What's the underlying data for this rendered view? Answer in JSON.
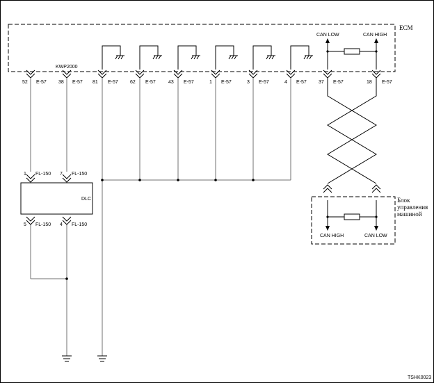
{
  "ecm": {
    "label": "ECM",
    "kwp_label": "KWP2000",
    "can_low_label": "CAN LOW",
    "can_high_label": "CAN HIGH"
  },
  "ecm_pins": [
    {
      "num": "52",
      "conn": "E-57"
    },
    {
      "num": "38",
      "conn": "E-57"
    },
    {
      "num": "81",
      "conn": "E-57"
    },
    {
      "num": "62",
      "conn": "E-57"
    },
    {
      "num": "43",
      "conn": "E-57"
    },
    {
      "num": "1",
      "conn": "E-57"
    },
    {
      "num": "3",
      "conn": "E-57"
    },
    {
      "num": "4",
      "conn": "E-57"
    },
    {
      "num": "37",
      "conn": "E-57"
    },
    {
      "num": "18",
      "conn": "E-57"
    }
  ],
  "dlc": {
    "label": "DLC",
    "top_pins": [
      {
        "num": "1",
        "conn": "FL-150"
      },
      {
        "num": "7",
        "conn": "FL-150"
      }
    ],
    "bottom_pins": [
      {
        "num": "5",
        "conn": "FL-150"
      },
      {
        "num": "4",
        "conn": "FL-150"
      }
    ]
  },
  "control_unit": {
    "label_lines": [
      "Блок",
      "управления",
      "машиной"
    ],
    "can_high_label": "CAN HIGH",
    "can_low_label": "CAN LOW"
  },
  "figure_code": "TSHK0023"
}
